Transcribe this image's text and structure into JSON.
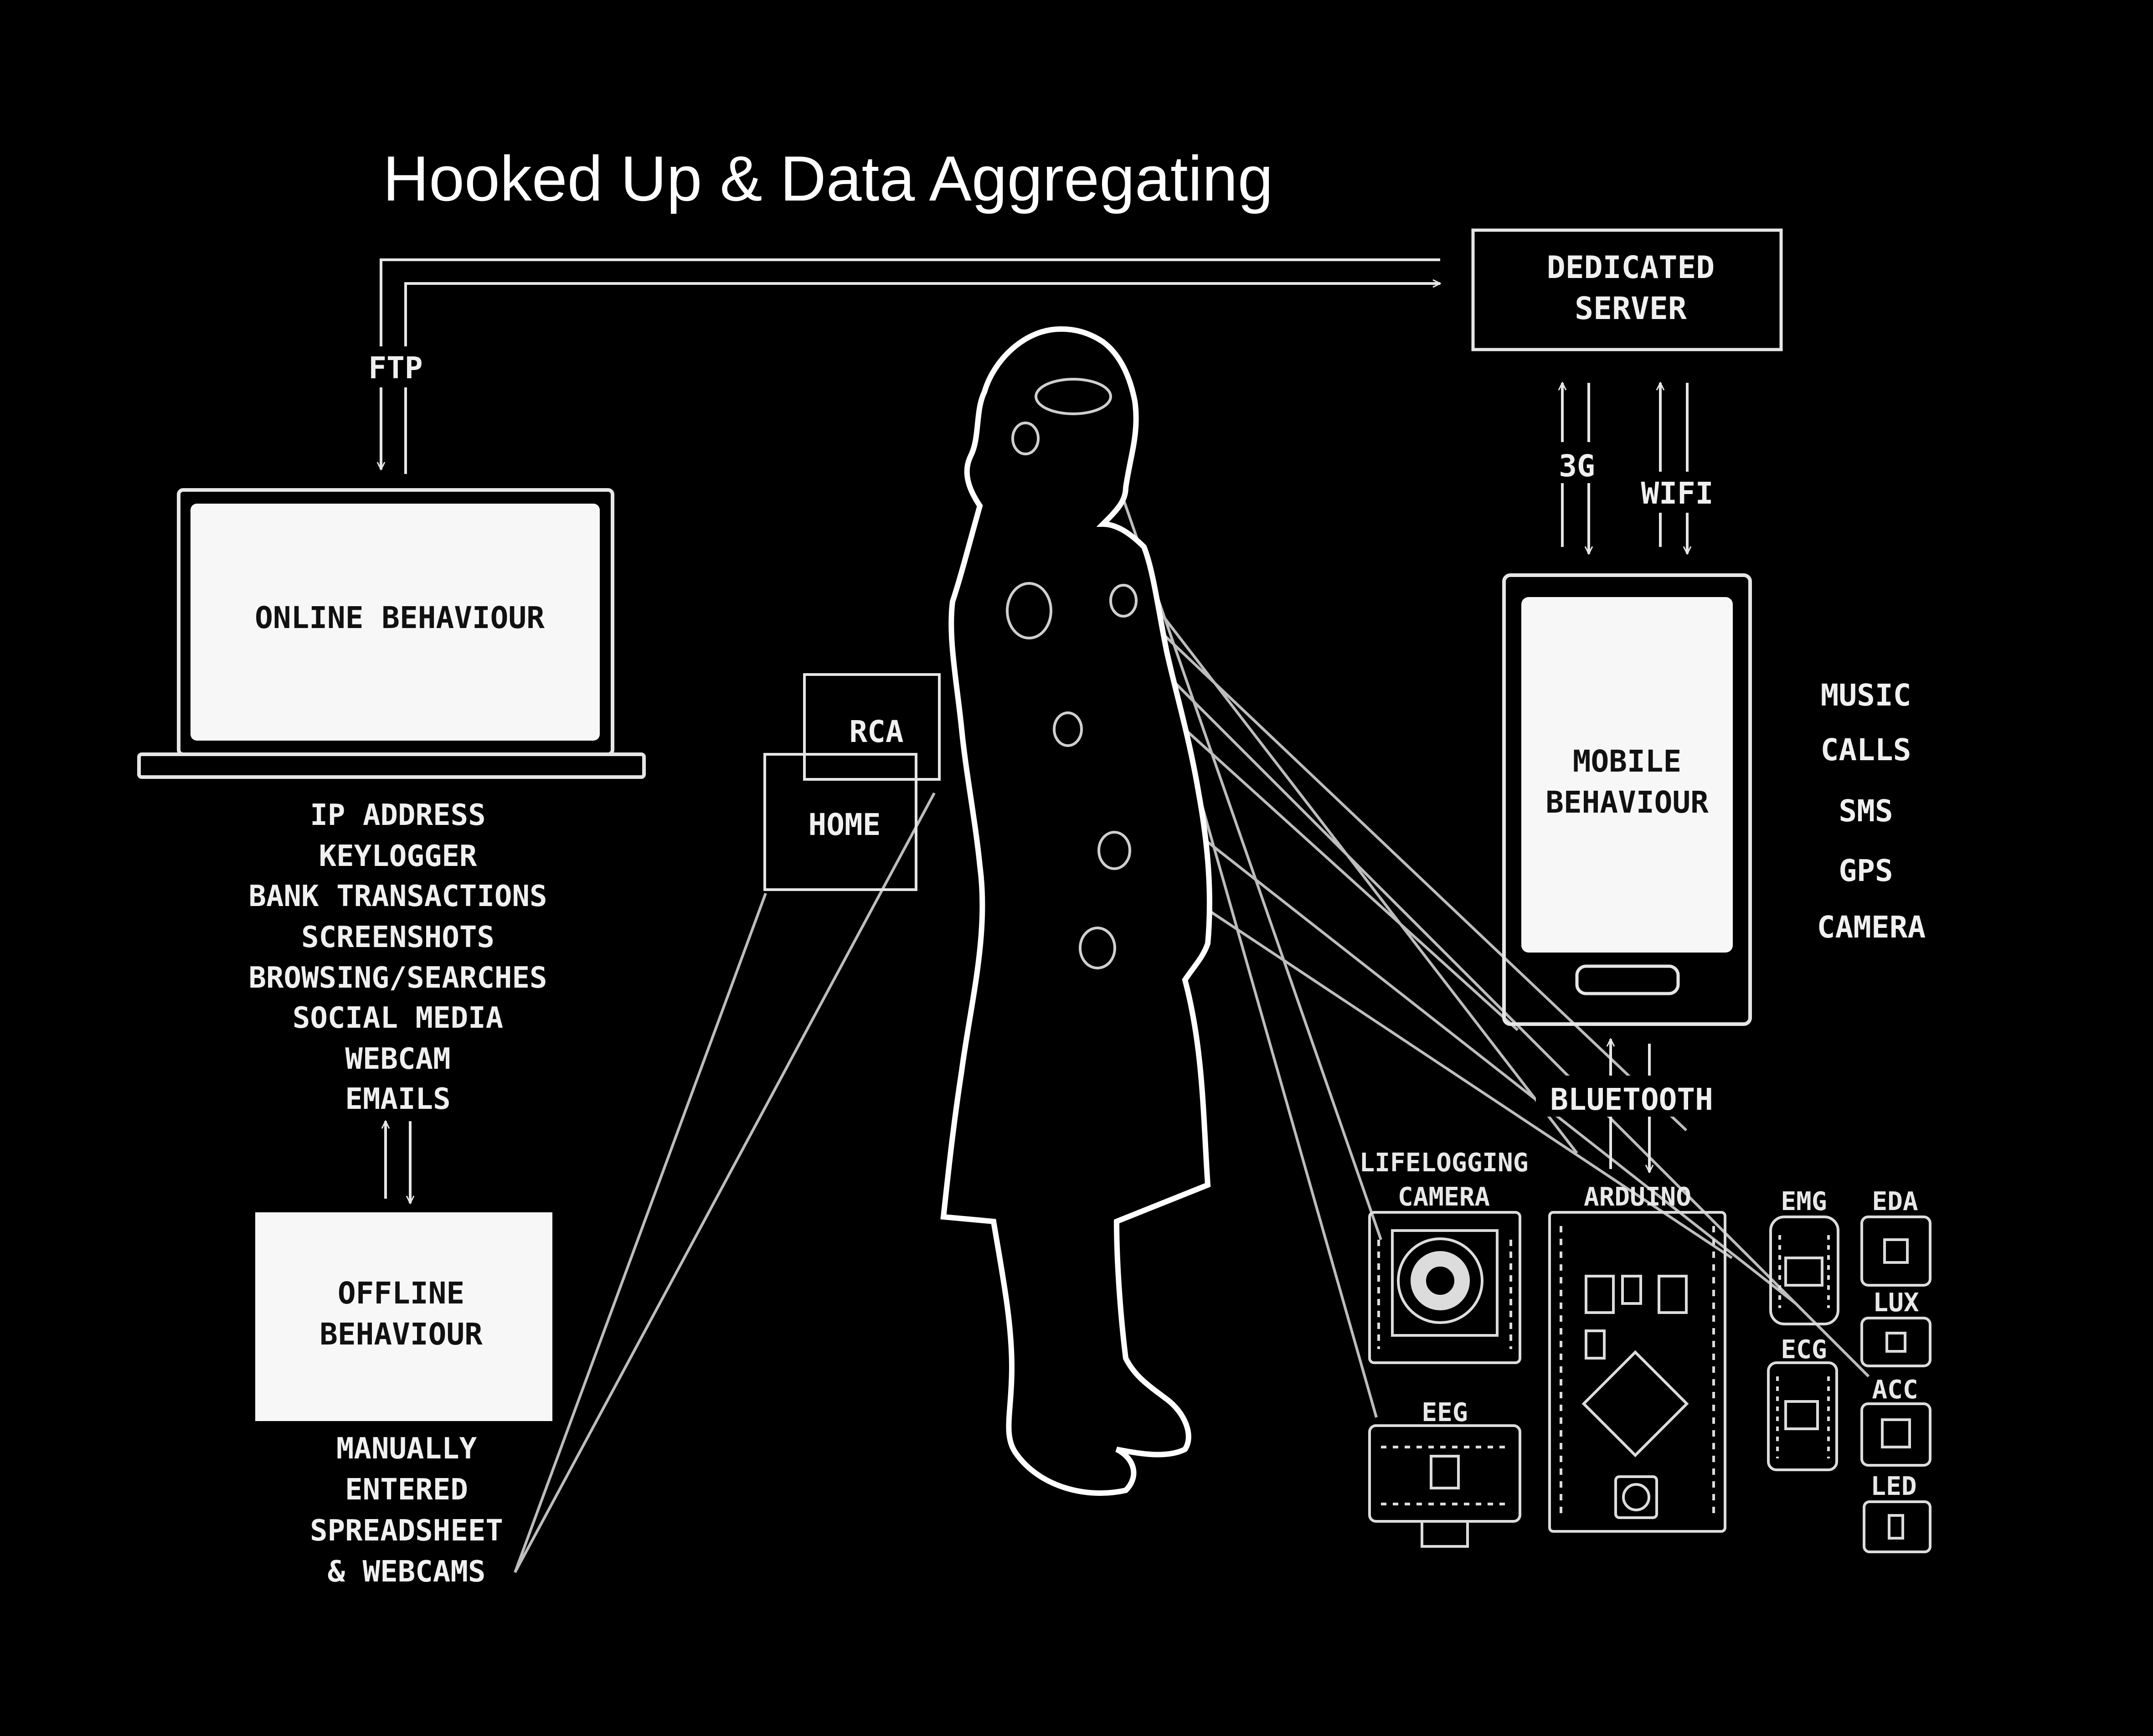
{
  "title": "Hooked Up & Data Aggregating",
  "colors": {
    "background": "#000000",
    "line": "#e6e6e6",
    "fill": "#f7f7f7",
    "text_dark": "#111111"
  },
  "nodes": {
    "dedicated_server": [
      "DEDICATED",
      "SERVER"
    ],
    "online_behaviour": "ONLINE BEHAVIOUR",
    "offline_behaviour": [
      "OFFLINE",
      "BEHAVIOUR"
    ],
    "mobile_behaviour": [
      "MOBILE",
      "BEHAVIOUR"
    ],
    "rca": "RCA",
    "home": "HOME"
  },
  "links": {
    "ftp": "FTP",
    "3g": "3G",
    "wifi": "WIFI",
    "bluetooth": "BLUETOOTH"
  },
  "online_items": [
    "IP ADDRESS",
    "KEYLOGGER",
    "BANK TRANSACTIONS",
    "SCREENSHOTS",
    "BROWSING/SEARCHES",
    "SOCIAL MEDIA",
    "WEBCAM",
    "EMAILS"
  ],
  "offline_items": [
    "MANUALLY",
    "ENTERED",
    "SPREADSHEET",
    "& WEBCAMS"
  ],
  "mobile_items": [
    "MUSIC",
    "CALLS",
    "SMS",
    "GPS",
    "CAMERA"
  ],
  "sensors": {
    "lifelogging_camera": [
      "LIFELOGGING",
      "CAMERA"
    ],
    "eeg": "EEG",
    "arduino": "ARDUINO",
    "emg": "EMG",
    "ecg": "ECG",
    "eda": "EDA",
    "lux": "LUX",
    "acc": "ACC",
    "led": "LED"
  }
}
